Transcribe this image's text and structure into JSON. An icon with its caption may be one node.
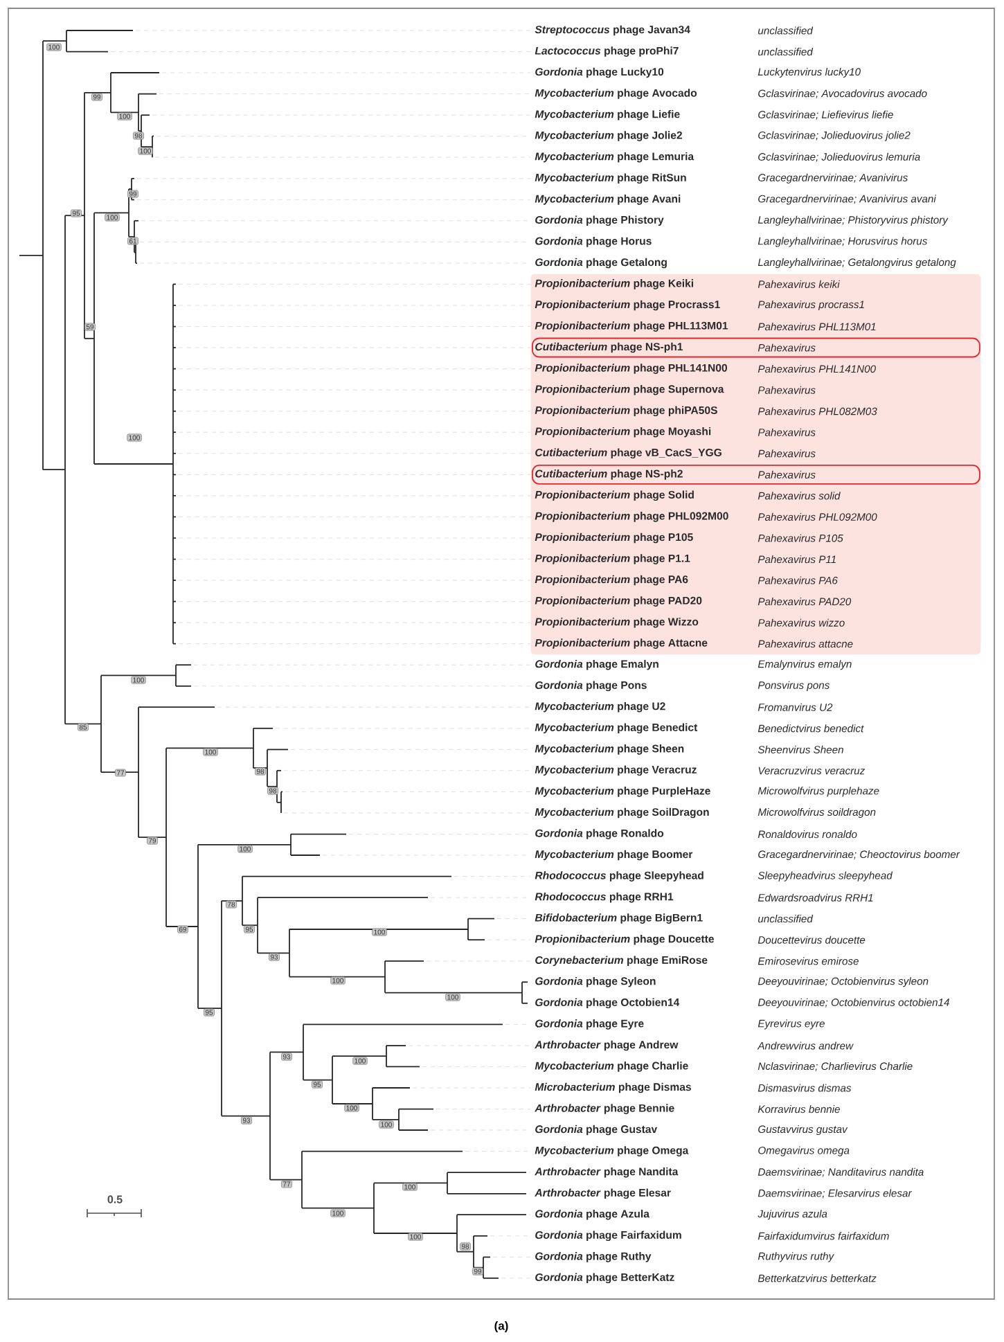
{
  "diagram": {
    "caption": "(a)",
    "nodes": [
      {
        "text": [
          "*Propionibacterium* phage Keiki",
          "Pahexavirus keiki",
          "*Propionibacterium* phage Procrass1",
          "Pahexavirus procrass1",
          "*Propionibacterium* phage PHL113M01",
          "Pahexavirus PHL113M01",
          "*Propionibacterium* phage PHL141N00",
          "Pahexavirus PHL141N00",
          "*Propionibacterium* phage Supernova",
          "Pahexavirus",
          "*Propionibacterium* phage phiPA50S",
          "Pahexavirus PHL082M03",
          "*Propionibacterium* phage Moyashi",
          "Pahexavirus",
          "*Cutibacterium* phage vB_CacS_YGG",
          "Pahexavirus",
          "*Propionibacterium* phage Solid",
          "Pahexavirus solid",
          "*Propionibacterium* phage PHL092M00",
          "Pahexavirus PHL092M00",
          "*Propionibacterium* phage P105",
          "Pahexavirus P105",
          "*Propionibacterium* phage P1.1",
          "Pahexavirus P11",
          "*Propionibacterium* phage PA6",
          "Pahexavirus PA6",
          "*Propionibacterium* phage PAD20",
          "Pahexavirus PAD20",
          "*Propionibacterium* phage Wizzo",
          "Pahexavirus wizzo",
          "*Propionibacterium* phage Attacne",
          "Pahexavirus attacne"
        ]
      },
      {
        "text": [
          "*Cutibacterium* phage NS-ph1",
          "Pahexavirus"
        ],
        "in": 0
      },
      {
        "text": [
          "*Cutibacterium* phage NS-ph2",
          "Pahexavirus"
        ],
        "in": 0
      }
    ],
    "labels": [
      "*Streptococcus* phage Javan34",
      "unclassified",
      "*Lactococcus* phage proPhi7",
      "unclassified",
      "*Gordonia* phage Lucky10",
      "Luckytenvirus lucky10",
      "*Mycobacterium* phage Avocado",
      "Gclasvirinae; Avocadovirus avocado",
      "*Mycobacterium* phage Liefie",
      "Gclasvirinae; Liefievirus liefie",
      "*Mycobacterium* phage Jolie2",
      "Gclasvirinae; Jolieduovirus jolie2",
      "*Mycobacterium* phage Lemuria",
      "Gclasvirinae; Jolieduovirus lemuria",
      "*Mycobacterium* phage RitSun",
      "Gracegardnervirinae; Avanivirus",
      "*Mycobacterium* phage Avani",
      "Gracegardnervirinae; Avanivirus avani",
      "*Gordonia* phage Phistory",
      "Langleyhallvirinae; Phistoryvirus phistory",
      "*Gordonia* phage Horus",
      "Langleyhallvirinae; Horusvirus horus",
      "*Gordonia* phage Getalong",
      "Langleyhallvirinae; Getalongvirus getalong",
      "*Gordonia* phage Emalyn",
      "Emalynvirus emalyn",
      "*Gordonia* phage Pons",
      "Ponsvirus pons",
      "*Mycobacterium* phage U2",
      "Fromanvirus U2",
      "*Mycobacterium* phage Benedict",
      "Benedictvirus benedict",
      "*Mycobacterium* phage Sheen",
      "Sheenvirus Sheen",
      "*Mycobacterium* phage Veracruz",
      "Veracruzvirus veracruz",
      "*Mycobacterium* phage PurpleHaze",
      "Microwolfvirus purplehaze",
      "*Mycobacterium* phage SoilDragon",
      "Microwolfvirus soildragon",
      "*Gordonia* phage Ronaldo",
      "Ronaldovirus ronaldo",
      "*Mycobacterium* phage Boomer",
      "Gracegardnervirinae; Cheoctovirus boomer",
      "*Rhodococcus* phage Sleepyhead",
      "Sleepyheadvirus sleepyhead",
      "*Rhodococcus* phage RRH1",
      "Edwardsroadvirus RRH1",
      "*Bifidobacterium* phage BigBern1",
      "unclassified",
      "*Propionibacterium* phage Doucette",
      "Doucettevirus doucette",
      "*Corynebacterium* phage EmiRose",
      "Emirosevirus emirose",
      "*Gordonia* phage Syleon",
      "Deeyouvirinae; Octobienvirus syleon",
      "*Gordonia* phage Octobien14",
      "Deeyouvirinae; Octobienvirus octobien14",
      "*Gordonia* phage Eyre",
      "Eyrevirus eyre",
      "*Arthrobacter* phage Andrew",
      "Andrewvirus andrew",
      "*Mycobacterium* phage Charlie",
      "Nclasvirinae; Charlievirus Charlie",
      "*Microbacterium* phage Dismas",
      "Dismasvirus dismas",
      "*Arthrobacter* phage Bennie",
      "Korravirus bennie",
      "*Gordonia* phage Gustav",
      "Gustavvirus gustav",
      "*Mycobacterium* phage Omega",
      "Omegavirus omega",
      "*Arthrobacter* phage Nandita",
      "Daemsvirinae; Nanditavirus nandita",
      "*Arthrobacter* phage Elesar",
      "Daemsvirinae; Elesarvirus elesar",
      "*Gordonia* phage Azula",
      "Jujuvirus azula",
      "*Gordonia* phage Fairfaxidum",
      "Fairfaxidumvirus fairfaxidum",
      "*Gordonia* phage Ruthy",
      "Ruthyvirus ruthy",
      "*Gordonia* phage BetterKatz",
      "Betterkatzvirus betterkatz",
      "100",
      "99",
      "100",
      "98",
      "100",
      "99",
      "95",
      "100",
      "61",
      "59",
      "100",
      "100",
      "85",
      "77",
      "100",
      "98",
      "98",
      "79",
      "100",
      "69",
      "78",
      "95",
      "93",
      "100",
      "100",
      "100",
      "95",
      "93",
      "100",
      "95",
      "100",
      "93",
      "100",
      "77",
      "100",
      "100",
      "100",
      "98",
      "99",
      "0.5"
    ]
  }
}
